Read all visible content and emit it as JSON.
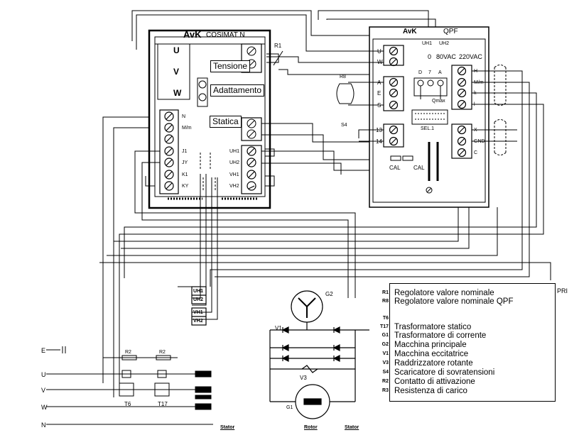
{
  "cosimat": {
    "brand": "AvK",
    "model": "COSIMAT N",
    "tensione_label": "Tensione",
    "adattamento_label": "Adattamento",
    "statica_label": "Statica",
    "inputs": [
      "U",
      "V",
      "W"
    ],
    "left_terminals": [
      "N",
      "M/m",
      "",
      "J1",
      "JY",
      "K1",
      "KY"
    ],
    "right_terminals": [
      "UH1",
      "UH2",
      "VH1",
      "VH2"
    ],
    "pot_labels": [
      "R1"
    ]
  },
  "qpf": {
    "brand": "AvK",
    "model": "QPF",
    "top_labels": [
      "UH1",
      "UH2"
    ],
    "voltage_labels": [
      "0",
      "80VAC",
      "220VAC"
    ],
    "left_terminals": [
      "U",
      "W",
      "A",
      "E",
      "S",
      "13",
      "14"
    ],
    "right_terminals": [
      "H",
      "M/m",
      "k",
      "l",
      "X",
      "GND",
      "C"
    ],
    "small_labels": [
      "D",
      "7",
      "A",
      "Qmax",
      "SEL.1",
      "CAL",
      "CAL"
    ],
    "rb_label": "R8",
    "s4_label": "S4"
  },
  "lower": {
    "uh_labels": [
      "UH1",
      "UH2"
    ],
    "vh_labels": [
      "VH1",
      "VH2"
    ],
    "g2_label": "G2",
    "v1_label": "V1",
    "v3_label": "V3",
    "g1_label": "G1",
    "t6_label": "T6",
    "t17_label": "T17",
    "r2_label": "R2",
    "line_labels": [
      "U",
      "V",
      "W",
      "N"
    ],
    "earth_label": "E",
    "bottom_labels": [
      "Stator",
      "Rotor",
      "Stator"
    ]
  },
  "legend": {
    "items": [
      {
        "code": "R1",
        "text": "Regolatore valore  nominale"
      },
      {
        "code": "R8",
        "text": "Regolatore valore nominale QPF"
      },
      {
        "code": "T6",
        "text": ""
      },
      {
        "code": "T17",
        "text": "Trasformatore statico"
      },
      {
        "code": "G1",
        "text": "Trasformatore di corrente"
      },
      {
        "code": "G2",
        "text": "Macchina principale"
      },
      {
        "code": "V1",
        "text": "Macchina eccitatrice"
      },
      {
        "code": "V3",
        "text": "Raddrizzatore rotante"
      },
      {
        "code": "S4",
        "text": "Scaricatore di sovratensioni"
      },
      {
        "code": "R2",
        "text": "Contatto di attivazione"
      },
      {
        "code": "R3",
        "text": "Resistenza di carico"
      }
    ],
    "corner_text": "PRI"
  }
}
